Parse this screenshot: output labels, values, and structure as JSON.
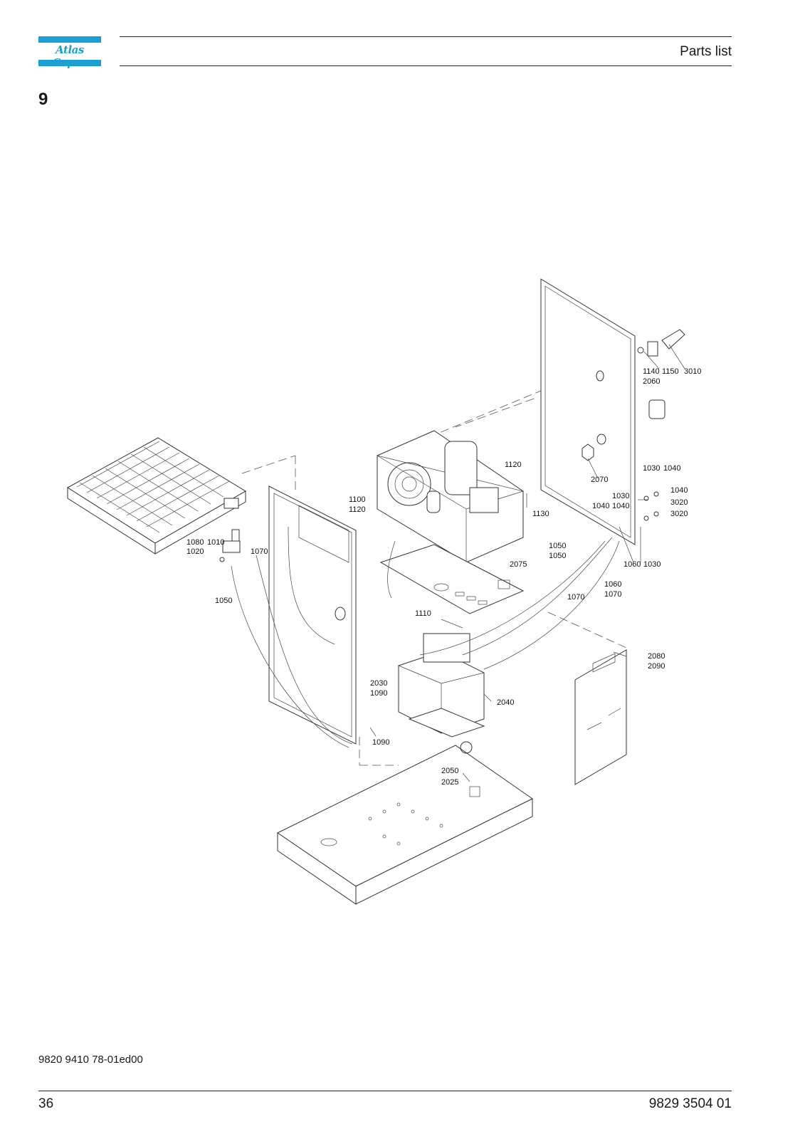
{
  "header": {
    "logo_text": "Atlas Copco",
    "title": "Parts list"
  },
  "section_number": "9",
  "callouts": {
    "c1140": "1140",
    "c1150": "1150",
    "c3010": "3010",
    "c2060": "2060",
    "c2070": "2070",
    "c1120a": "1120",
    "c1100": "1100",
    "c1120b": "1120",
    "c1130": "1130",
    "c1030a": "1030",
    "c1040a": "1040",
    "c1030b": "1030",
    "c1040b": "1040",
    "c1040c": "1040",
    "c1040d": "1040",
    "c3020a": "3020",
    "c3020b": "3020",
    "c1080": "1080",
    "c1010": "1010",
    "c1020": "1020",
    "c1070a": "1070",
    "c1050a": "1050",
    "c1050b": "1050",
    "c1050c": "1050",
    "c2075": "2075",
    "c1060a": "1060",
    "c1060b": "1060",
    "c1030c": "1030",
    "c1070b": "1070",
    "c1070c": "1070",
    "c1110": "1110",
    "c2080": "2080",
    "c2090": "2090",
    "c2030": "2030",
    "c1090a": "1090",
    "c2040": "2040",
    "c1090b": "1090",
    "c2050": "2050",
    "c2025": "2025"
  },
  "footer": {
    "doc_ref": "9820 9410 78-01ed00",
    "page_number": "36",
    "code": "9829 3504 01"
  }
}
